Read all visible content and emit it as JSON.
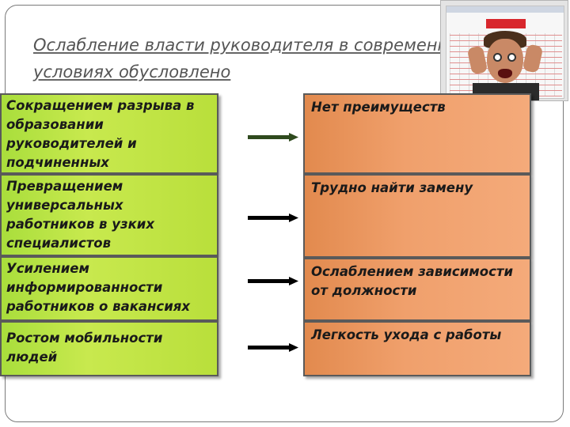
{
  "slide": {
    "title_lines": [
      "Ослабление власти руководителя в современных",
      "условиях обусловлено"
    ]
  },
  "causes": [
    "Сокращением разрыва в образовании руководителей и подчиненных",
    "Превращением универсальных работников в узких специалистов",
    "Усилением информированности работников о вакансиях",
    "Ростом мобильности людей"
  ],
  "effects": [
    "Нет преимуществ",
    "Трудно найти замену",
    "Ослаблением зависимости от должности",
    "Легкость ухода с работы"
  ],
  "colors": {
    "cause_fill": "#b9df3b",
    "effect_fill": "#f0a06c",
    "arrow_first": "#2f4a1e",
    "arrow": "#000000"
  },
  "icons": {
    "photo": "surprised-man-photo"
  }
}
